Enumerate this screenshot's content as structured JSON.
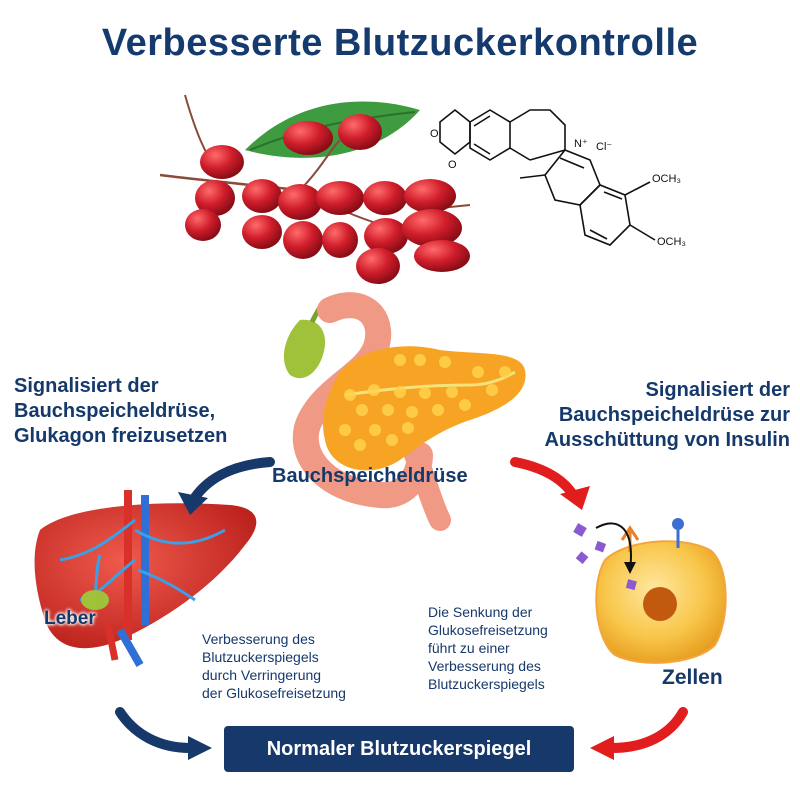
{
  "title": "Verbesserte Blutzuckerkontrolle",
  "left_note": {
    "line1": "Signalisiert der",
    "line2": "Bauchspeicheldrüse,",
    "line3": "Glukagon freizusetzen"
  },
  "right_note": {
    "line1": "Signalisiert der",
    "line2": "Bauchspeicheldrüse zur",
    "line3": "Ausschüttung von Insulin"
  },
  "pancreas_label": "Bauchspeicheldrüse",
  "liver_label": "Leber",
  "cells_label": "Zellen",
  "liver_note": {
    "line1": "Verbesserung des",
    "line2": "Blutzuckerspiegels",
    "line3": "durch Verringerung",
    "line4": "der Glukosefreisetzung"
  },
  "cells_note": {
    "line1": "Die Senkung der",
    "line2": "Glukosefreisetzung",
    "line3": "führt zu einer",
    "line4": "Verbesserung des",
    "line5": "Blutzuckerspiegels"
  },
  "result": "Normaler Blutzuckerspiegel",
  "molecule": {
    "cl": "Cl⁻",
    "n": "N⁺",
    "ome1": "OCH₃",
    "ome2": "OCH₃"
  },
  "colors": {
    "navy": "#16396b",
    "red": "#e11d1d",
    "berry": "#c8192c",
    "liver": "#d9302a",
    "cell": "#f8c64a"
  }
}
